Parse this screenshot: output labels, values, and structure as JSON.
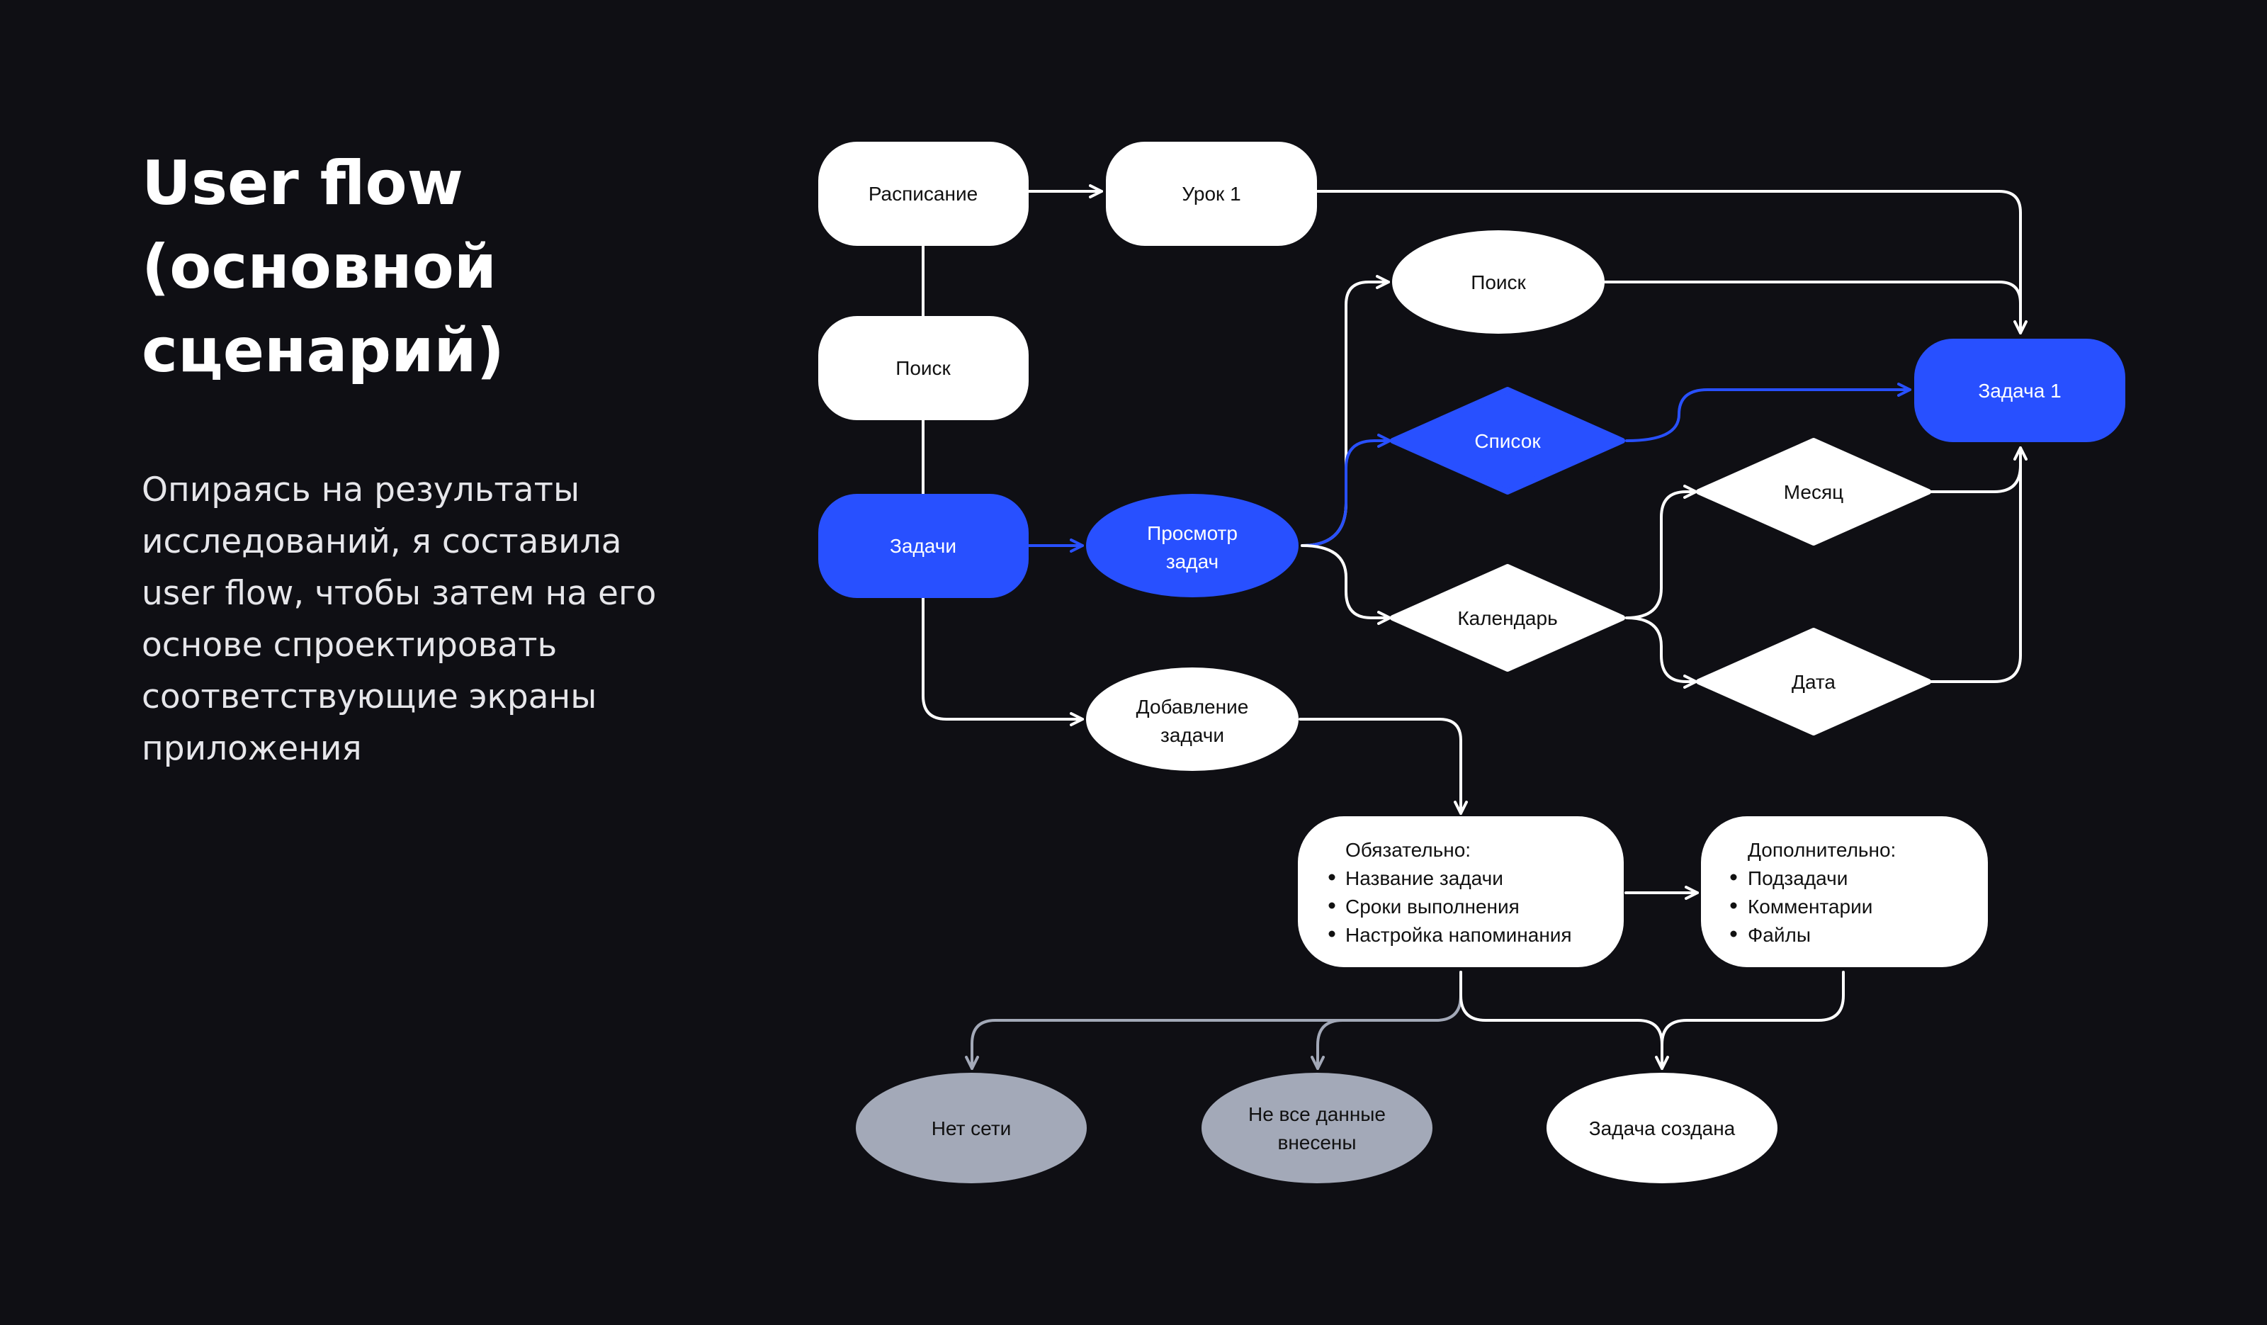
{
  "title": [
    "User flow",
    "(основной",
    "сценарий)"
  ],
  "description": [
    "Опираясь на результаты",
    "исследований, я составила",
    "user flow, чтобы затем на его",
    "основе спроектировать",
    "соответствующие экраны",
    "приложения"
  ],
  "colors": {
    "background": "#0f0f14",
    "white": "#ffffff",
    "blue": "#2850ff",
    "gray": "#a3a9b8",
    "text_dark": "#111111"
  },
  "nodes": {
    "schedule": "Расписание",
    "lesson1": "Урок 1",
    "search_left": "Поиск",
    "tasks": "Задачи",
    "view_tasks": [
      "Просмотр",
      "задач"
    ],
    "add_task": [
      "Добавление",
      "задачи"
    ],
    "search_right": "Поиск",
    "list": "Список",
    "calendar": "Календарь",
    "month": "Месяц",
    "date": "Дата",
    "task1": "Задача 1",
    "required": {
      "header": "Обязательно:",
      "items": [
        "Название задачи",
        "Сроки выполнения",
        "Настройка напоминания"
      ]
    },
    "optional": {
      "header": "Дополнительно:",
      "items": [
        "Подзадачи",
        "Комментарии",
        "Файлы"
      ]
    },
    "no_network": "Нет сети",
    "not_all_data": [
      "Не все данные",
      "внесены"
    ],
    "task_created": "Задача создана"
  }
}
